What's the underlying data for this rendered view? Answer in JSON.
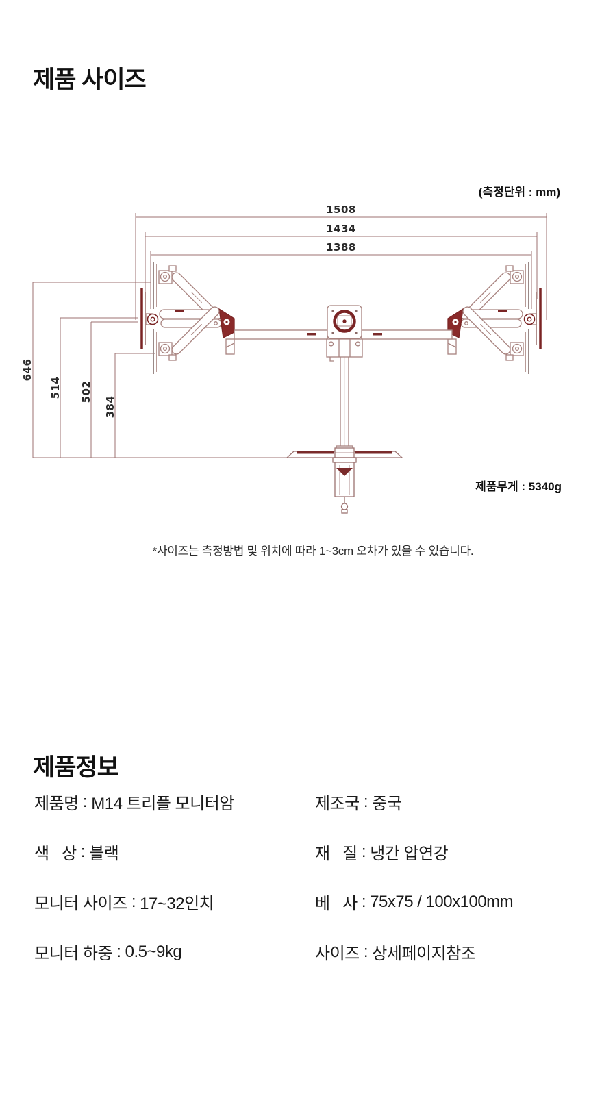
{
  "size_section": {
    "title": "제품 사이즈",
    "unit_note": "(측정단위 : mm)",
    "weight_note": "제품무게 : 5340g",
    "disclaimer": "*사이즈는 측정방법 및 위치에 따라 1~3cm 오차가 있을 수 있습니다.",
    "dimensions_mm": {
      "horizontal": [
        "1508",
        "1434",
        "1388"
      ],
      "vertical": [
        "646",
        "514",
        "502",
        "384"
      ]
    }
  },
  "info_section": {
    "title": "제품정보",
    "separator": " : ",
    "rows_left": [
      {
        "label": "제품명",
        "value": "M14 트리플 모니터암"
      },
      {
        "label": "색   상",
        "value": "블랙"
      },
      {
        "label": "모니터 사이즈",
        "value": "17~32인치"
      },
      {
        "label": "모니터 하중",
        "value": "0.5~9kg"
      }
    ],
    "rows_right": [
      {
        "label": "제조국",
        "value": "중국"
      },
      {
        "label": "재   질",
        "value": "냉간 압연강"
      },
      {
        "label": "베   사",
        "value": "75x75 / 100x100mm"
      },
      {
        "label": "사이즈",
        "value": "상세페이지참조"
      }
    ]
  },
  "colors": {
    "diagram_line": "#9c7270",
    "diagram_outline": "#a8837f",
    "diagram_accent": "#7a2424",
    "text": "#1f1f1f"
  }
}
